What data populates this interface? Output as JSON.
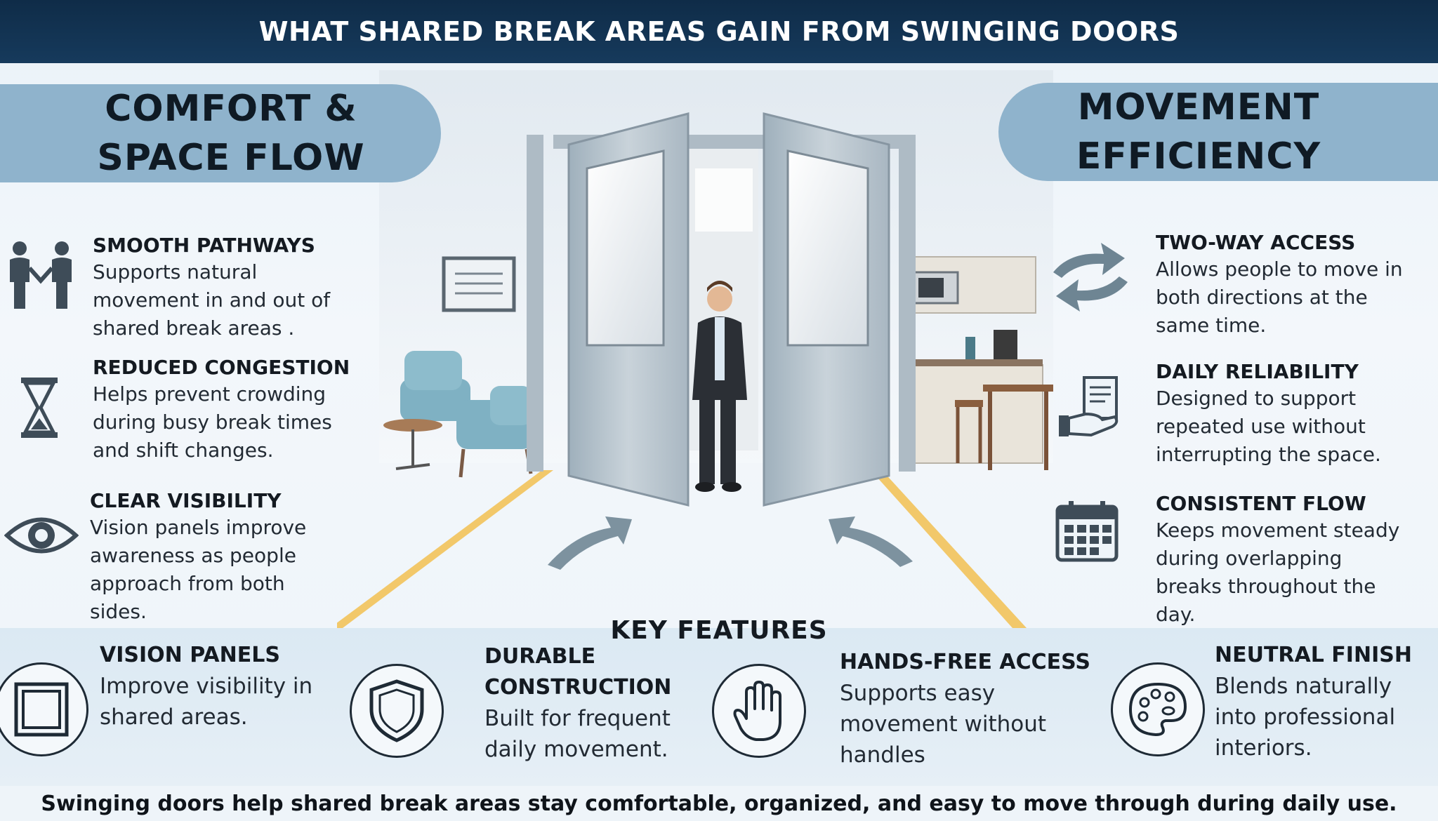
{
  "header": {
    "title": "WHAT SHARED BREAK AREAS GAIN FROM SWINGING DOORS"
  },
  "left_section": {
    "title_line1": "COMFORT &",
    "title_line2": "SPACE FLOW",
    "items": [
      {
        "title": "SMOOTH PATHWAYS",
        "lines": [
          "Supports natural",
          "movement in and out of",
          "shared break areas ."
        ],
        "icon": "people-icon"
      },
      {
        "title": "REDUCED CONGESTION",
        "lines": [
          "Helps prevent crowding",
          "during busy break times",
          "and shift changes."
        ],
        "icon": "hourglass-icon"
      },
      {
        "title": "CLEAR VISIBILITY",
        "lines": [
          "Vision panels improve",
          "awareness as people",
          "approach from both",
          "sides."
        ],
        "icon": "eye-icon"
      }
    ]
  },
  "right_section": {
    "title_line1": "MOVEMENT",
    "title_line2": "EFFICIENCY",
    "items": [
      {
        "title": "TWO-WAY ACCESS",
        "lines": [
          "Allows people to move in",
          "both directions at the",
          "same time."
        ],
        "icon": "two-way-arrows-icon"
      },
      {
        "title": "DAILY RELIABILITY",
        "lines": [
          "Designed to support",
          "repeated use without",
          "interrupting the space."
        ],
        "icon": "hand-document-icon"
      },
      {
        "title": "CONSISTENT FLOW",
        "lines": [
          "Keeps movement steady",
          "during overlapping",
          "breaks throughout the",
          "day."
        ],
        "icon": "calendar-icon"
      }
    ]
  },
  "key_features": {
    "title": "KEY FEATURES",
    "items": [
      {
        "title_lines": [
          "VISION PANELS"
        ],
        "desc_lines": [
          "Improve visibility in",
          "shared areas."
        ],
        "icon": "square-panel-icon"
      },
      {
        "title_lines": [
          "DURABLE",
          "CONSTRUCTION"
        ],
        "desc_lines": [
          "Built for frequent",
          "daily movement."
        ],
        "icon": "shield-icon"
      },
      {
        "title_lines": [
          "HANDS-FREE ACCESS"
        ],
        "desc_lines": [
          "Supports easy",
          "movement without",
          "handles"
        ],
        "icon": "hand-icon"
      },
      {
        "title_lines": [
          "NEUTRAL FINISH"
        ],
        "desc_lines": [
          "Blends naturally",
          "into professional",
          "interiors."
        ],
        "icon": "palette-icon"
      }
    ]
  },
  "footer": {
    "text": "Swinging doors help shared break areas stay comfortable, organized, and easy to move through during daily use."
  },
  "colors": {
    "banner": "#163a5c",
    "pill": "#8fb3cc",
    "icon": "#3e4c58",
    "floor_stripe": "#f2c35a",
    "chair": "#7fb1c3",
    "door": "#b7c3cc"
  }
}
